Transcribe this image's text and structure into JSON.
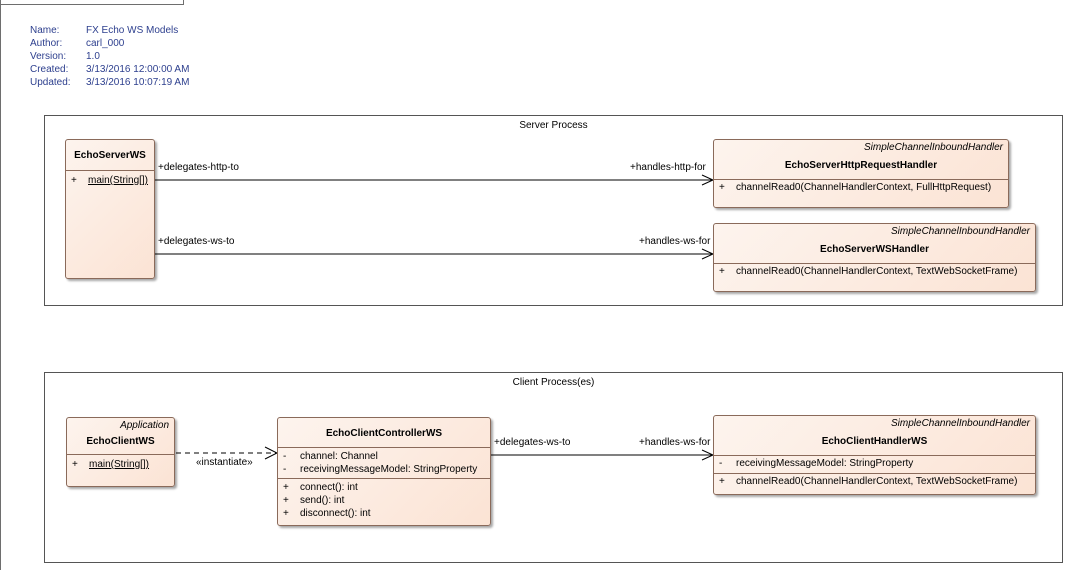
{
  "meta": {
    "rows": [
      {
        "key": "Name:",
        "value": "FX Echo WS Models"
      },
      {
        "key": "Author:",
        "value": "carl_000"
      },
      {
        "key": "Version:",
        "value": "1.0"
      },
      {
        "key": "Created:",
        "value": "3/13/2016 12:00:00 AM"
      },
      {
        "key": "Updated:",
        "value": "3/13/2016 10:07:19 AM"
      }
    ]
  },
  "server": {
    "title": "Server Process",
    "echo_server": {
      "name": "EchoServerWS",
      "ops": [
        {
          "vis": "+",
          "text": "main(String[])"
        }
      ]
    },
    "http_handler": {
      "stereo": "SimpleChannelInboundHandler",
      "name": "EchoServerHttpRequestHandler",
      "ops": [
        {
          "vis": "+",
          "text": "channelRead0(ChannelHandlerContext, FullHttpRequest)"
        }
      ]
    },
    "ws_handler": {
      "stereo": "SimpleChannelInboundHandler",
      "name": "EchoServerWSHandler",
      "ops": [
        {
          "vis": "+",
          "text": "channelRead0(ChannelHandlerContext, TextWebSocketFrame)"
        }
      ]
    },
    "assoc1": {
      "source": "+delegates-http-to",
      "target": "+handles-http-for"
    },
    "assoc2": {
      "source": "+delegates-ws-to",
      "target": "+handles-ws-for"
    }
  },
  "client": {
    "title": "Client Process(es)",
    "echo_client": {
      "stereo": "Application",
      "name": "EchoClientWS",
      "ops": [
        {
          "vis": "+",
          "text": "main(String[])"
        }
      ]
    },
    "controller": {
      "name": "EchoClientControllerWS",
      "attrs": [
        {
          "vis": "-",
          "text": "channel: Channel"
        },
        {
          "vis": "-",
          "text": "receivingMessageModel: StringProperty"
        }
      ],
      "ops": [
        {
          "vis": "+",
          "text": "connect(): int"
        },
        {
          "vis": "+",
          "text": "send(): int"
        },
        {
          "vis": "+",
          "text": "disconnect(): int"
        }
      ]
    },
    "handler": {
      "stereo": "SimpleChannelInboundHandler",
      "name": "EchoClientHandlerWS",
      "attrs": [
        {
          "vis": "-",
          "text": "receivingMessageModel: StringProperty"
        }
      ],
      "ops": [
        {
          "vis": "+",
          "text": "channelRead0(ChannelHandlerContext, TextWebSocketFrame)"
        }
      ]
    },
    "dependency": {
      "label": "«instantiate»"
    },
    "assoc": {
      "source": "+delegates-ws-to",
      "target": "+handles-ws-for"
    }
  },
  "colors": {
    "class_fill_start": "#fdf4ee",
    "class_fill_end": "#fbe3d4",
    "class_border": "#8a6a5a",
    "meta_text": "#2d3f8e"
  }
}
